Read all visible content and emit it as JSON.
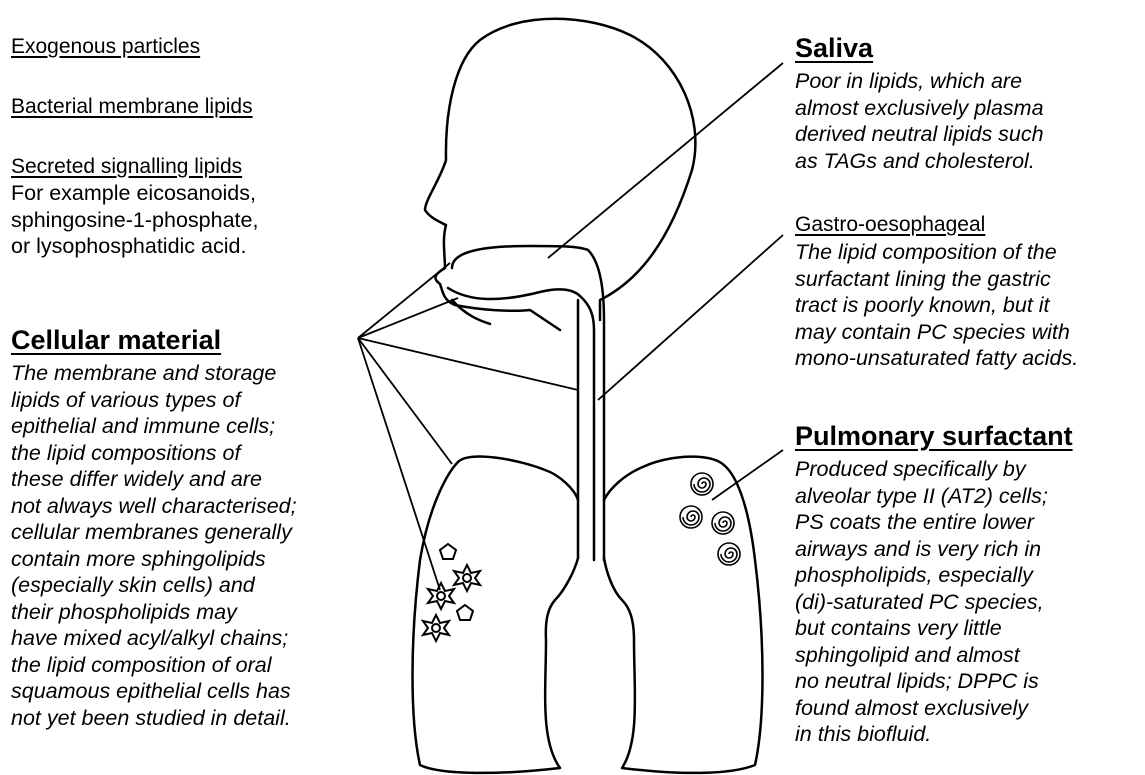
{
  "left": {
    "exogenous": "Exogenous particles",
    "bacterial": "Bacterial membrane lipids",
    "signalling_title": "Secreted signalling lipids",
    "signalling_text": "For example eicosanoids,\nsphingosine-1-phosphate,\nor lysophosphatidic acid.",
    "cellular_title": "Cellular material",
    "cellular_text": "The membrane and storage\nlipids of various types of\nepithelial and immune cells;\nthe lipid compositions of\nthese differ widely and are\nnot always well characterised;\ncellular membranes generally\ncontain more sphingolipids\n(especially skin cells) and\ntheir phospholipids may\nhave mixed acyl/alkyl chains;\nthe lipid composition of oral\nsquamous epithelial cells has\nnot yet been studied in detail."
  },
  "right": {
    "saliva_title": "Saliva",
    "saliva_text": "Poor in lipids, which are\nalmost exclusively plasma\nderived neutral lipids such\nas TAGs and cholesterol.",
    "gastro_title": "Gastro-oesophageal",
    "gastro_text": "The lipid composition of the\nsurfactant lining the gastric\ntract is poorly known, but it\nmay contain PC species with\nmono-unsaturated fatty acids.",
    "pulmonary_title": "Pulmonary surfactant",
    "pulmonary_text": "Produced specifically by\nalveolar type II (AT2) cells;\nPS coats the entire lower\nairways and is very rich in\nphospholipids, especially\n(di)-saturated PC species,\nbut contains very little\nsphingolipid and almost\nno neutral lipids; DPPC is\nfound almost exclusively\nin this biofluid."
  },
  "icons": {
    "particle_shapes": [
      "pentagon-icon",
      "star-icon"
    ],
    "surfactant_shape": "spiral-icon"
  }
}
